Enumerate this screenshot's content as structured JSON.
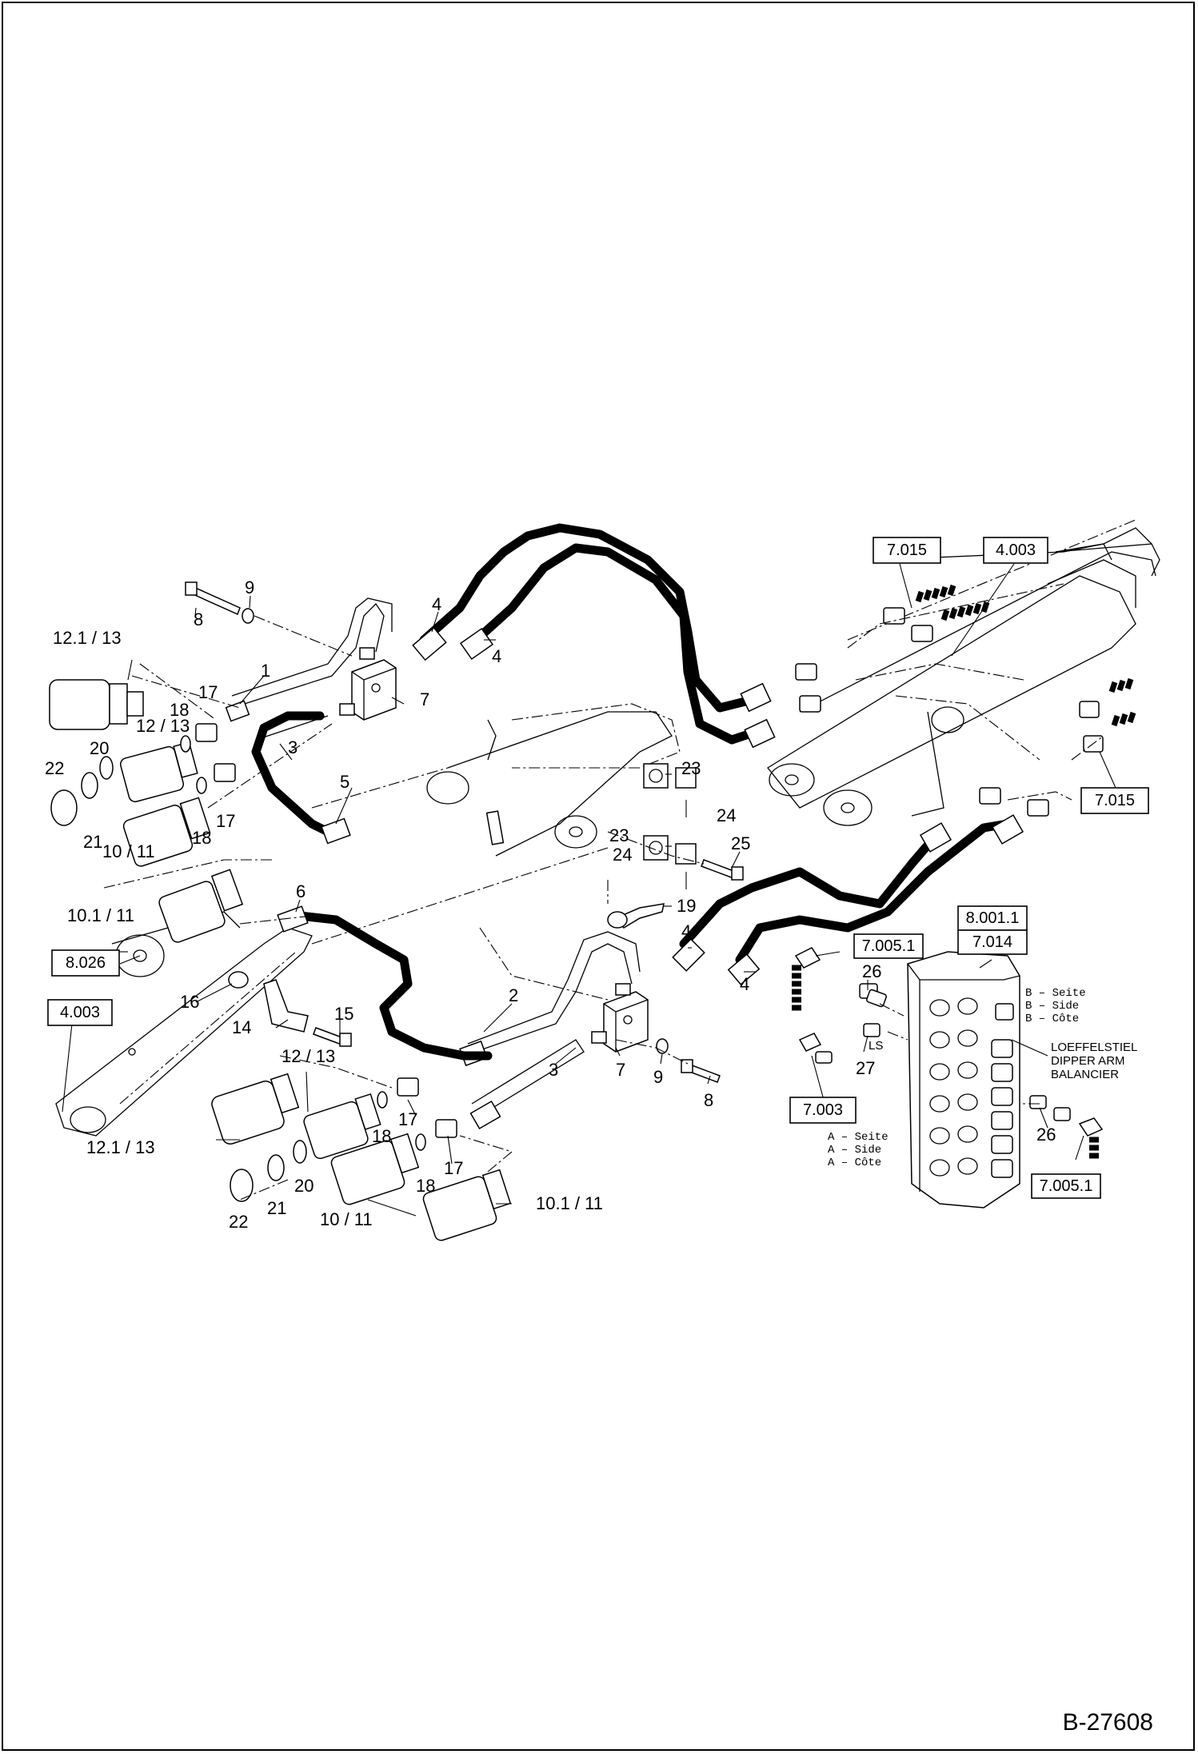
{
  "drawing_number": "B-27608",
  "ref_boxes": {
    "r7015_top": "7.015",
    "r4003_top": "4.003",
    "r7015_right": "7.015",
    "r8026": "8.026",
    "r4003_left": "4.003",
    "r8001": "8.001.1",
    "r7014": "7.014",
    "r7005_top": "7.005.1",
    "r7003": "7.003",
    "r7005_bottom": "7.005.1"
  },
  "callouts": {
    "c1": "1",
    "c2": "2",
    "c3a": "3",
    "c3b": "3",
    "c4a": "4",
    "c4b": "4",
    "c4c": "4",
    "c4d": "4",
    "c5": "5",
    "c6": "6",
    "c7a": "7",
    "c7b": "7",
    "c8a": "8",
    "c8b": "8",
    "c9a": "9",
    "c9b": "9",
    "c10a": "10 / 11",
    "c10b": "10 / 11",
    "c101a": "10.1 / 11",
    "c101b": "10.1 / 11",
    "c12a": "12 / 13",
    "c12b": "12 / 13",
    "c121a": "12.1 / 13",
    "c121b": "12.1 / 13",
    "c14": "14",
    "c15": "15",
    "c16": "16",
    "c17a": "17",
    "c17b": "17",
    "c17c": "17",
    "c17d": "17",
    "c18a": "18",
    "c18b": "18",
    "c18c": "18",
    "c18d": "18",
    "c19": "19",
    "c20a": "20",
    "c20b": "20",
    "c21a": "21",
    "c21b": "21",
    "c22a": "22",
    "c22b": "22",
    "c23a": "23",
    "c23b": "23",
    "c24a": "24",
    "c24b": "24",
    "c25": "25",
    "c26a": "26",
    "c26b": "26",
    "c27": "27",
    "cLS": "LS"
  },
  "side_b": [
    "B  –  Seite",
    "B  –  Side",
    "B  –  Côte"
  ],
  "side_a": [
    "A  –  Seite",
    "A  –  Side",
    "A  –  Côte"
  ],
  "dipper_arm": [
    "LOEFFELSTIEL",
    "DIPPER ARM",
    "BALANCIER"
  ]
}
